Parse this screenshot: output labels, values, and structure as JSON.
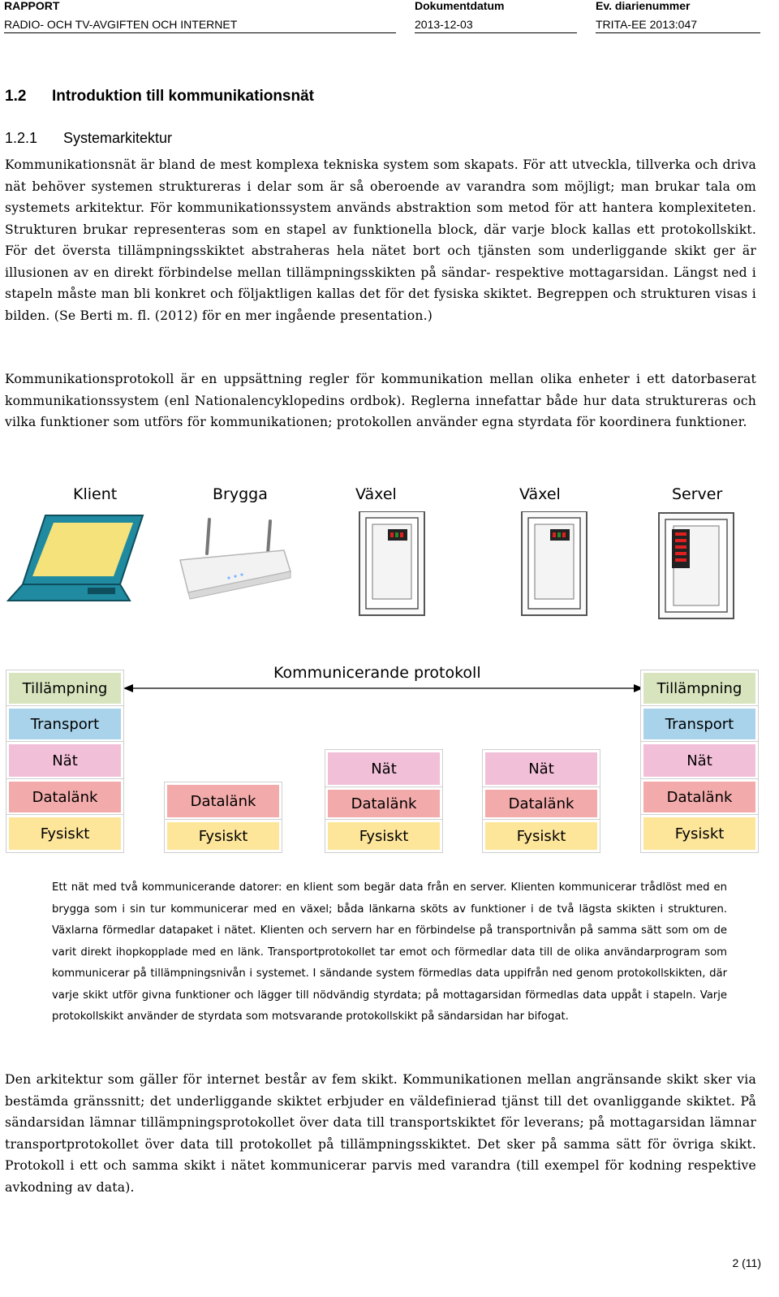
{
  "header": {
    "col1_label": "RAPPORT",
    "col1_value": "RADIO- OCH TV-AVGIFTEN OCH INTERNET",
    "col2_label": "Dokumentdatum",
    "col2_value": "2013-12-03",
    "col3_label": "Ev. diarienummer",
    "col3_value": "TRITA-EE 2013:047"
  },
  "section": {
    "number": "1.2",
    "title": "Introduktion till kommunikationsnät"
  },
  "subsection": {
    "number": "1.2.1",
    "title": "Systemarkitektur"
  },
  "paragraphs": {
    "p1": "Kommunikationsnät är bland de mest komplexa tekniska system som skapats. För att utveckla, tillverka och driva nät behöver systemen struktureras i delar som är så oberoende av varandra som möjligt; man brukar tala om systemets arkitektur. För kommunikationssystem används abstraktion som metod för att hantera komplexiteten. Strukturen brukar representeras som en stapel av funktionella block, där varje block kallas ett protokollskikt. För det översta tillämpningsskiktet abstraheras hela nätet bort och tjänsten som underliggande skikt ger är illusionen av en direkt förbindelse mellan tillämpningsskikten på sändar- respektive mottagarsidan. Längst ned i stapeln måste man bli konkret och följaktligen kallas det för det fysiska skiktet. Begreppen och strukturen visas i bilden. (Se Berti m. fl. (2012) för en mer ingående presentation.)",
    "p2": "Kommunikationsprotokoll är en uppsättning regler för kommunikation mellan olika enheter i ett datorbaserat kommunikationssystem (enl Nationalencyklopedins ordbok). Reglerna innefattar både hur data struktureras och vilka funktioner som utförs för kommunikationen; protokollen använder egna styrdata för koordinera funktioner.",
    "p3": "Den arkitektur som gäller för internet består av fem skikt. Kommunikationen mellan angränsande skikt sker via bestämda gränssnitt; det underliggande skiktet erbjuder en väldefinierad tjänst till det ovanliggande skiktet. På sändarsidan lämnar tillämpningsprotokollet över data till transportskiktet för leverans; på mottagarsidan lämnar transportprotokollet över data till protokollet på tillämpningsskiktet. Det sker på samma sätt för övriga skikt. Protokoll i ett och samma skikt i nätet kommunicerar parvis med varandra (till exempel för kodning respektive avkodning av data)."
  },
  "figure": {
    "devices": [
      "Klient",
      "Brygga",
      "Växel",
      "Växel",
      "Server"
    ],
    "protocol_label": "Kommunicerande protokoll",
    "layers": {
      "app": "Tillämpning",
      "transport": "Transport",
      "net": "Nät",
      "link": "Datalänk",
      "phys": "Fysiskt"
    },
    "colors": {
      "app": "#d7e4bd",
      "transport": "#a9d3ea",
      "net": "#f2bfd8",
      "link": "#f2aaaa",
      "phys": "#fde59a",
      "laptop": "#1f8aa0",
      "laptop_screen": "#f5e27a"
    },
    "caption": "Ett nät med två kommunicerande datorer: en klient som begär data från en server. Klienten kommunicerar trådlöst med en brygga som i sin tur kommunicerar med en växel; båda länkarna sköts av funktioner i de två lägsta skikten i strukturen. Växlarna förmedlar datapaket i nätet. Klienten och servern har en förbindelse på transportnivån på samma sätt som om de varit direkt ihopkopplade med en länk. Transportprotokollet tar emot och förmedlar data till de olika användarprogram som kommunicerar på tillämpningsnivån i systemet. I sändande system förmedlas data uppifrån ned genom protokollskikten, där varje skikt utför givna funktioner och lägger till nödvändig styrdata; på mottagarsidan förmedlas data uppåt i stapeln. Varje protokollskikt använder de styrdata som motsvarande protokollskikt på sändarsidan har bifogat."
  },
  "footer": {
    "page": "2 (11)"
  }
}
